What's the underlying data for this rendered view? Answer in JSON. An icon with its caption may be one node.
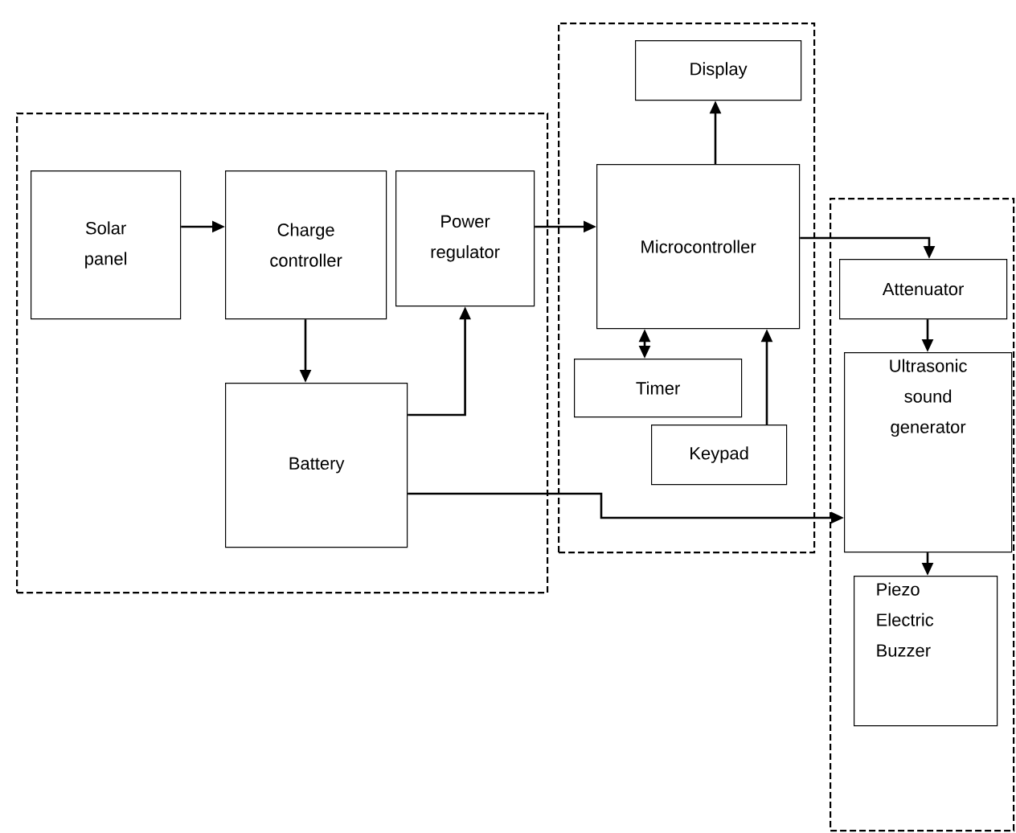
{
  "diagram": {
    "nodes": [
      {
        "text": [],
        "shape": "box"
      },
      {
        "text": [
          "Solar panel"
        ],
        "in": 0
      },
      {
        "text": [
          "Charge controller"
        ],
        "in": 0
      },
      {
        "text": [
          "Power regulator"
        ],
        "in": 0
      },
      {
        "text": [
          "Battery"
        ],
        "in": 0
      },
      {
        "text": [],
        "shape": "box"
      },
      {
        "text": [
          "Display"
        ],
        "in": 5
      },
      {
        "text": [
          "Microcontroller"
        ],
        "in": 5
      },
      {
        "text": [
          "Timer"
        ],
        "in": 5
      },
      {
        "text": [
          "Keypad"
        ],
        "in": 5
      },
      {
        "text": [],
        "shape": "box"
      },
      {
        "text": [
          "Attenuator"
        ],
        "in": 10
      },
      {
        "text": [
          "Ultrasonic sound generator"
        ],
        "in": 10
      },
      {
        "text": [
          "Piezo Electric Buzzer"
        ],
        "in": 10
      }
    ],
    "edges": [
      {
        "from": 1,
        "to": 2,
        "arrow": "to"
      },
      {
        "from": 2,
        "to": 4,
        "arrow": "to"
      },
      {
        "from": 4,
        "to": 3,
        "arrow": "to"
      },
      {
        "from": 3,
        "to": 7,
        "arrow": "to"
      },
      {
        "from": 7,
        "to": 6,
        "arrow": "to"
      },
      {
        "from": 7,
        "to": 8,
        "arrow": "both"
      },
      {
        "from": 9,
        "to": 7,
        "arrow": "to"
      },
      {
        "from": 7,
        "to": 11,
        "arrow": "to"
      },
      {
        "from": 11,
        "to": 12,
        "arrow": "to"
      },
      {
        "from": 4,
        "to": 12,
        "arrow": "to"
      },
      {
        "from": 12,
        "to": 13,
        "arrow": "to"
      }
    ]
  }
}
